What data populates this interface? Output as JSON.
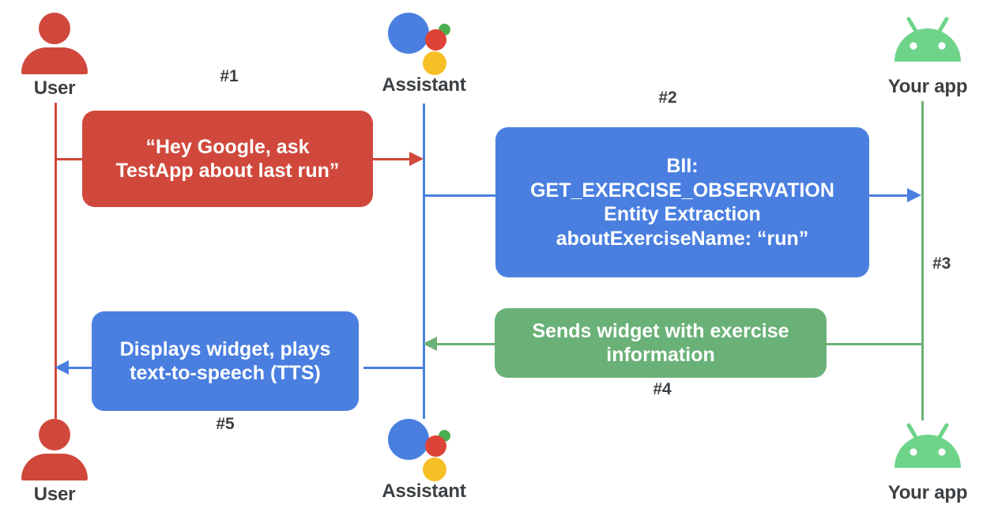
{
  "diagram": {
    "title": "Google Assistant App Actions sequence diagram",
    "colors": {
      "user_red": "#d0483c",
      "assistant_blue": "#4a7fe0",
      "app_green": "#6ab177",
      "label_gray": "#3c4043",
      "assistant_dot_green": "#4caf50",
      "assistant_dot_red": "#dd4437",
      "assistant_dot_yellow": "#f7bf26",
      "background": "#ffffff"
    }
  },
  "actors": {
    "user_top": {
      "label": "User",
      "icon": "user-icon"
    },
    "assistant_top": {
      "label": "Assistant",
      "icon": "google-assistant-icon"
    },
    "app_top": {
      "label": "Your app",
      "icon": "android-icon"
    },
    "user_bottom": {
      "label": "User",
      "icon": "user-icon"
    },
    "assistant_bottom": {
      "label": "Assistant",
      "icon": "google-assistant-icon"
    },
    "app_bottom": {
      "label": "Your app",
      "icon": "android-icon"
    }
  },
  "steps": {
    "s1": {
      "number": "#1"
    },
    "s2": {
      "number": "#2"
    },
    "s3": {
      "number": "#3"
    },
    "s4": {
      "number": "#4"
    },
    "s5": {
      "number": "#5"
    }
  },
  "messages": {
    "m1": {
      "color": "red",
      "lines": [
        "“Hey Google, ask",
        "TestApp about last run”"
      ]
    },
    "m2": {
      "color": "blue",
      "lines": [
        "BII:",
        "GET_EXERCISE_OBSERVATION",
        "Entity Extraction",
        "aboutExerciseName: “run”"
      ]
    },
    "m4": {
      "color": "green",
      "lines": [
        "Sends widget with exercise",
        "information"
      ]
    },
    "m5": {
      "color": "blue",
      "lines": [
        "Displays widget, plays",
        "text-to-speech (TTS)"
      ]
    }
  }
}
